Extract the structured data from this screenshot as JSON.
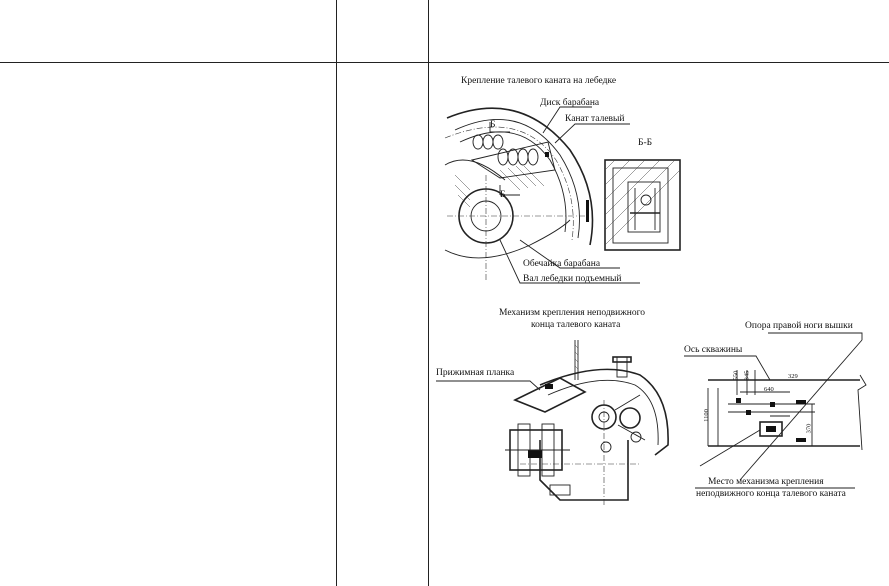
{
  "drum_drawing": {
    "title": "Крепление талевого каната на лебедке",
    "disk_label": "Диск барабана",
    "rope_label": "Канат талевый",
    "section_label": "Б-Б",
    "section_mark": "Б",
    "shell_label": "Обечайка барабана",
    "shaft_label": "Вал лебедки подъемный"
  },
  "anchor_drawing": {
    "title_line1": "Механизм крепления неподвижного",
    "title_line2": "конца талевого каната",
    "clamp_label": "Прижимная планка"
  },
  "plan_drawing": {
    "support_label": "Опора правой ноги вышки",
    "axis_label": "Ось скважины",
    "place_line1": "Место механизма крепления",
    "place_line2": "неподвижного конца талевого каната",
    "dims": {
      "d550": "550",
      "d345": "345",
      "d640": "640",
      "d329": "329",
      "d1100": "1100",
      "d370": "370"
    }
  }
}
